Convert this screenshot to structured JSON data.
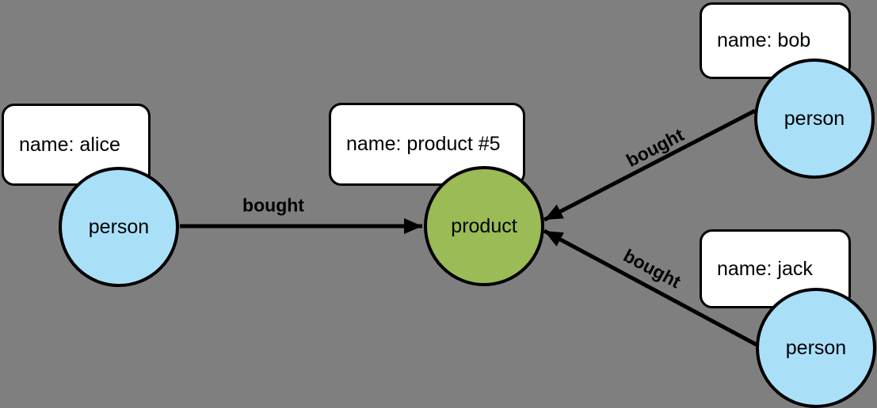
{
  "colors": {
    "background": "#7f7f7f",
    "person_fill": "#aadff8",
    "product_fill": "#9abb55",
    "box_fill": "#ffffff",
    "stroke": "#000000"
  },
  "graph": {
    "nodes": [
      {
        "id": "alice",
        "kind": "person",
        "label": "person",
        "property": "name: alice"
      },
      {
        "id": "product5",
        "kind": "product",
        "label": "product",
        "property": "name: product #5"
      },
      {
        "id": "bob",
        "kind": "person",
        "label": "person",
        "property": "name: bob"
      },
      {
        "id": "jack",
        "kind": "person",
        "label": "person",
        "property": "name: jack"
      }
    ],
    "edges": [
      {
        "from": "alice",
        "to": "product5",
        "label": "bought"
      },
      {
        "from": "bob",
        "to": "product5",
        "label": "bought"
      },
      {
        "from": "jack",
        "to": "product5",
        "label": "bought"
      }
    ]
  }
}
